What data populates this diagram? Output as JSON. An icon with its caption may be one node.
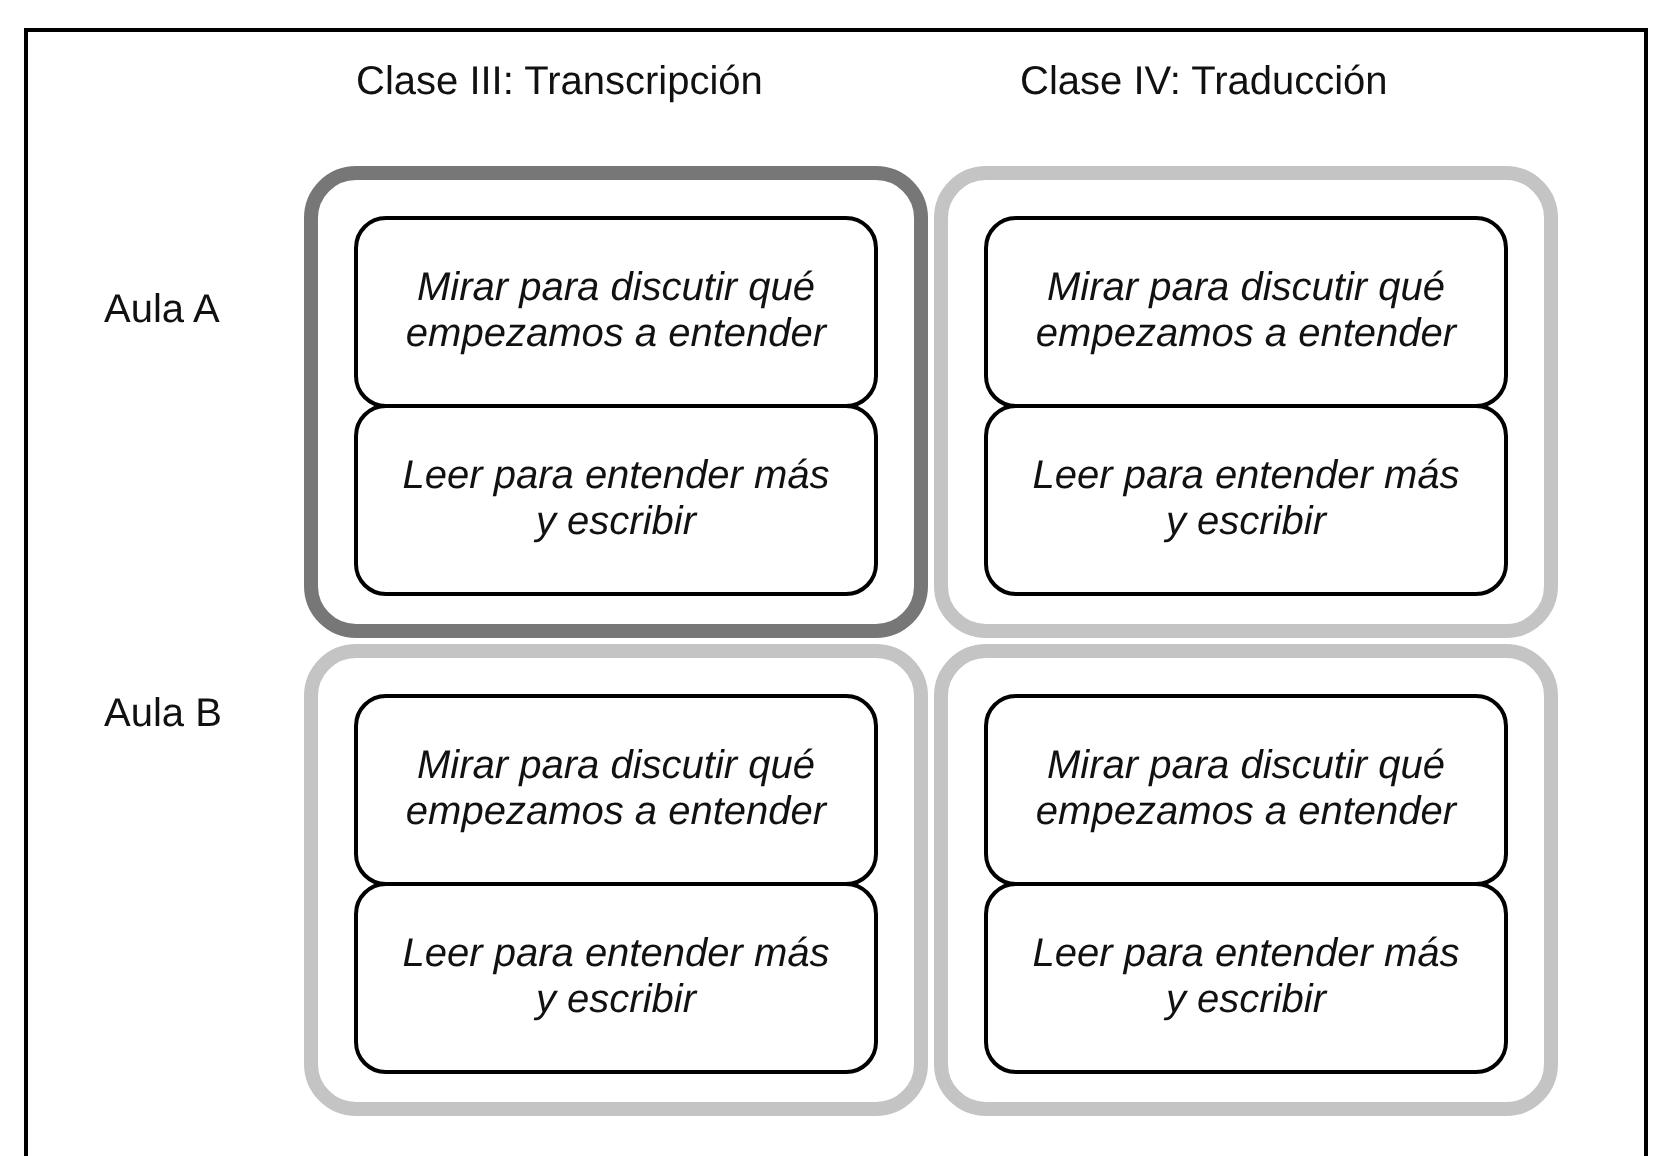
{
  "diagram": {
    "nodes": [
      {
        "text": [],
        "shape": "box"
      },
      {
        "text": [
          "Mirar para discutir qué empezamos a entender"
        ],
        "in": 0
      },
      {
        "text": [
          "Leer para entender más y escribir"
        ],
        "in": 0
      },
      {
        "text": [],
        "shape": "box"
      },
      {
        "text": [
          "Mirar para discutir qué empezamos a entender"
        ],
        "in": 3
      },
      {
        "text": [
          "Leer para entender más y escribir"
        ],
        "in": 3
      },
      {
        "text": [],
        "shape": "box"
      },
      {
        "text": [
          "Mirar para discutir qué empezamos a entender"
        ],
        "in": 6
      },
      {
        "text": [
          "Leer para entender más y escribir"
        ],
        "in": 6
      },
      {
        "text": [],
        "shape": "box"
      },
      {
        "text": [
          "Mirar para discutir qué empezamos a entender"
        ],
        "in": 9
      },
      {
        "text": [
          "Leer para entender más y escribir"
        ],
        "in": 9
      }
    ],
    "labels": [
      "Clase III: Transcripción",
      "Clase IV: Traducción",
      "Aula A",
      "Aula B"
    ]
  }
}
